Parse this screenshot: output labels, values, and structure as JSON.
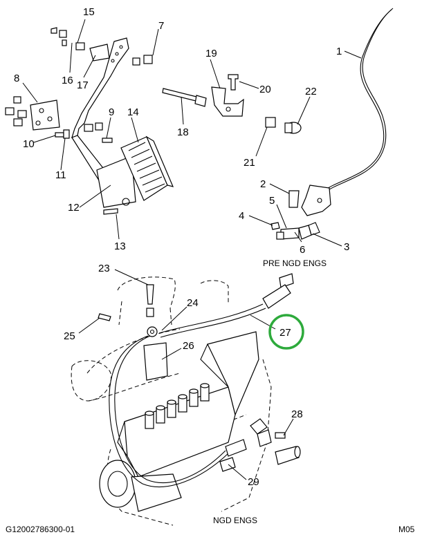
{
  "labels": {
    "l1": "1",
    "l2": "2",
    "l3": "3",
    "l4": "4",
    "l5": "5",
    "l6": "6",
    "l7": "7",
    "l8": "8",
    "l9": "9",
    "l10": "10",
    "l11": "11",
    "l12": "12",
    "l13": "13",
    "l14": "14",
    "l15": "15",
    "l16": "16",
    "l17": "17",
    "l18": "18",
    "l19": "19",
    "l20": "20",
    "l21": "21",
    "l22": "22",
    "l23": "23",
    "l24": "24",
    "l25": "25",
    "l26": "26",
    "l27": "27",
    "l28": "28",
    "l29": "29"
  },
  "captions": {
    "pre": "PRE NGD ENGS",
    "ngd": "NGD ENGS",
    "docnum": "G12002786300-01",
    "code": "M05"
  },
  "colors": {
    "highlight": "#2eaa3c"
  }
}
